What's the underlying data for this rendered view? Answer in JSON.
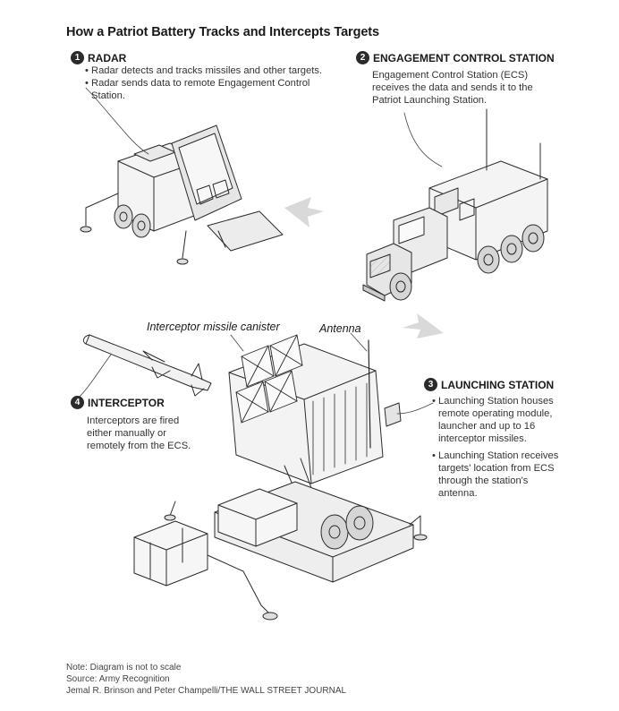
{
  "title": "How a Patriot Battery Tracks and Intercepts Targets",
  "sections": [
    {
      "number": "1",
      "heading": "RADAR",
      "lines": [
        "Radar detects and tracks missiles and other targets.",
        "Radar sends data to remote Engagement Control",
        "Station."
      ]
    },
    {
      "number": "2",
      "heading": "ENGAGEMENT CONTROL STATION",
      "lines": [
        "Engagement Control Station (ECS)",
        "receives the data and sends it to the",
        "Patriot Launching Station."
      ]
    },
    {
      "number": "3",
      "heading": "LAUNCHING STATION",
      "bullets": [
        [
          "Launching Station houses",
          "remote operating module,",
          "launcher and up to 16",
          "interceptor missiles."
        ],
        [
          "Launching Station receives",
          "targets' location from ECS",
          "through the station's",
          "antenna."
        ]
      ]
    },
    {
      "number": "4",
      "heading": "INTERCEPTOR",
      "lines": [
        "Interceptors are fired",
        "either manually or",
        "remotely from the ECS."
      ]
    }
  ],
  "callouts": {
    "canister": "Interceptor missile canister",
    "antenna": "Antenna"
  },
  "footer": {
    "note": "Note: Diagram is not to scale",
    "source": "Source: Army Recognition",
    "credit": "Jemal R. Brinson and Peter Champelli/THE WALL STREET JOURNAL"
  },
  "colors": {
    "ink": "#2b2b2b",
    "arrow": "#d6d6d6",
    "panel": "#f2f2f2"
  }
}
